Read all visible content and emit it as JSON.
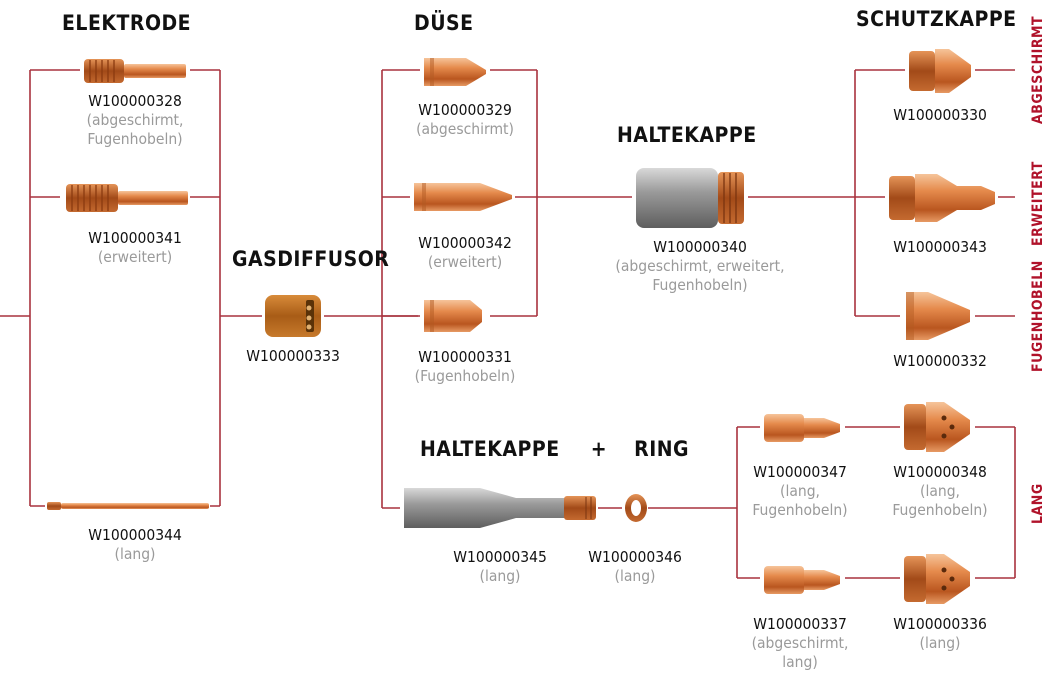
{
  "headings": {
    "elektrode": "ELEKTRODE",
    "duese": "DÜSE",
    "schutzkappe": "SCHUTZKAPPE",
    "haltekappe": "HALTEKAPPE",
    "gasdiffusor": "GASDIFFUSOR",
    "haltekappe_ring_a": "HALTEKAPPE",
    "plus": "+",
    "haltekappe_ring_b": "RING"
  },
  "parts": {
    "p328": {
      "number": "W100000328",
      "note": "(abgeschirmt, Fugenhobeln)"
    },
    "p341": {
      "number": "W100000341",
      "note": "(erweitert)"
    },
    "p344": {
      "number": "W100000344",
      "note": "(lang)"
    },
    "p333": {
      "number": "W100000333"
    },
    "p329": {
      "number": "W100000329",
      "note": "(abgeschirmt)"
    },
    "p342": {
      "number": "W100000342",
      "note": "(erweitert)"
    },
    "p331": {
      "number": "W100000331",
      "note": "(Fugenhobeln)"
    },
    "p340": {
      "number": "W100000340",
      "note": "(abgeschirmt, erweitert, Fugenhobeln)"
    },
    "p330": {
      "number": "W100000330"
    },
    "p343": {
      "number": "W100000343"
    },
    "p332": {
      "number": "W100000332"
    },
    "p345": {
      "number": "W100000345",
      "note": "(lang)"
    },
    "p346": {
      "number": "W100000346",
      "note": "(lang)"
    },
    "p347": {
      "number": "W100000347",
      "note": "(lang, Fugenhobeln)"
    },
    "p348": {
      "number": "W100000348",
      "note": "(lang, Fugenhobeln)"
    },
    "p337": {
      "number": "W100000337",
      "note": "(abgeschirmt, lang)"
    },
    "p336": {
      "number": "W100000336",
      "note": "(lang)"
    }
  },
  "side_labels": {
    "abgeschirmt": "ABGESCHIRMT",
    "erweitert": "ERWEITERT",
    "fugenhobeln": "FUGENHOBELN",
    "lang": "LANG"
  },
  "colors": {
    "connector": "#a8323e",
    "accent_red": "#b0122a",
    "copper": "#d9773e",
    "grey_part": "#8b8b8b"
  }
}
